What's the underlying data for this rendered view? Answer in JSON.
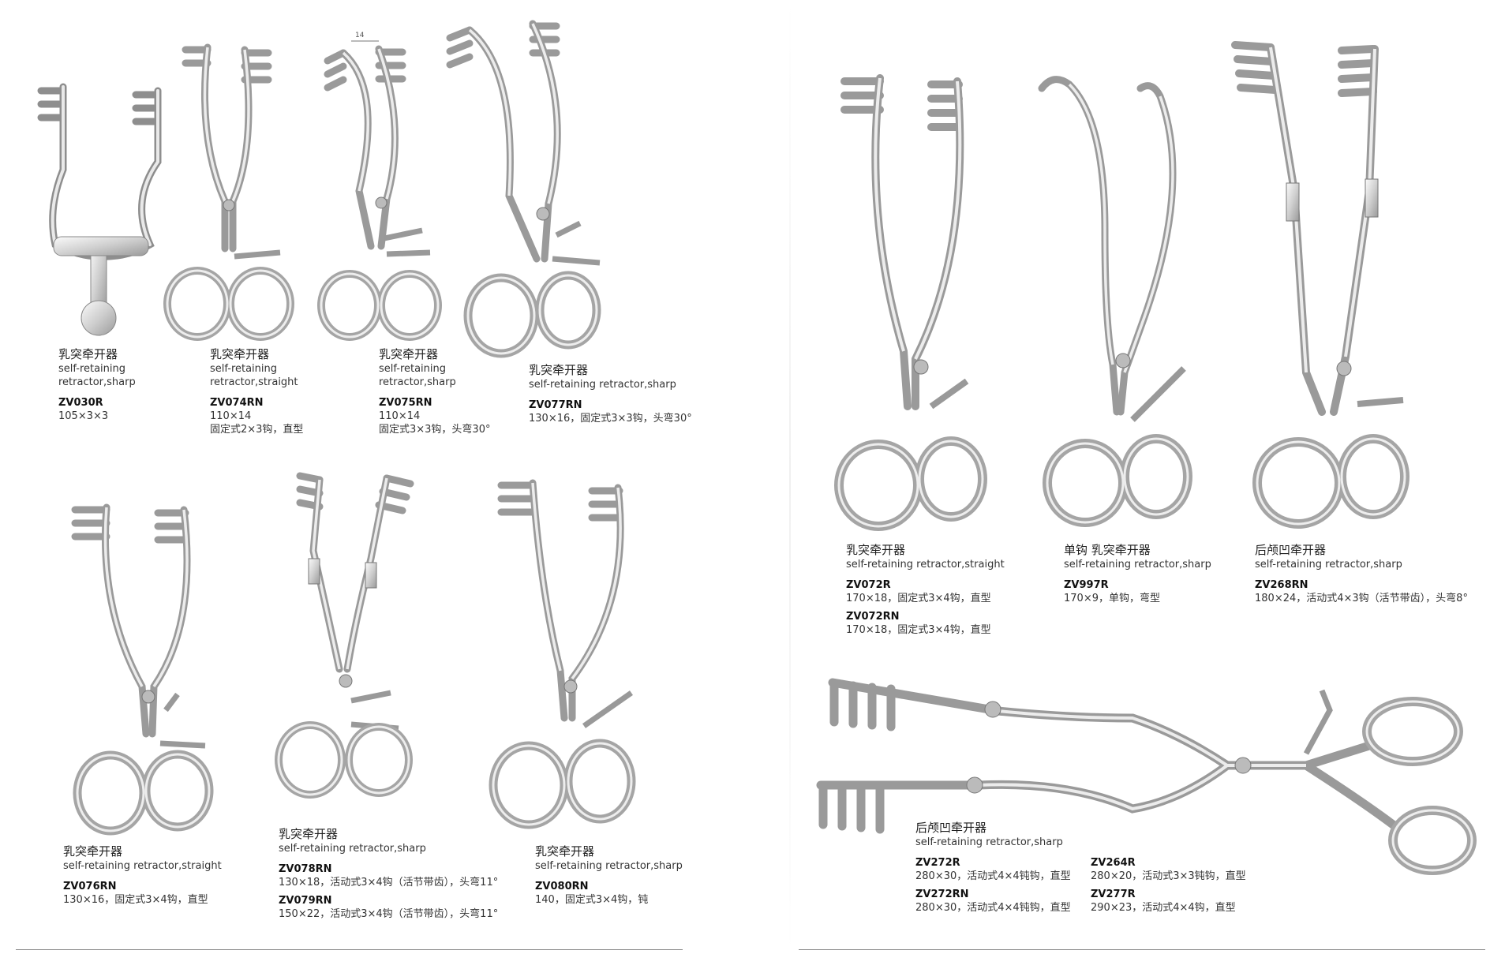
{
  "products": [
    {
      "id": "zv030r",
      "name_zh": "乳突牵开器",
      "name_en": [
        "self-retaining",
        "retractor,sharp"
      ],
      "items": [
        {
          "code": "ZV030R",
          "spec": "105×3×3"
        }
      ]
    },
    {
      "id": "zv074rn",
      "name_zh": "乳突牵开器",
      "name_en": [
        "self-retaining",
        "retractor,straight"
      ],
      "items": [
        {
          "code": "ZV074RN",
          "spec": [
            "110×14",
            "固定式2×3钩，直型"
          ]
        }
      ]
    },
    {
      "id": "zv075rn",
      "name_zh": "乳突牵开器",
      "name_en": [
        "self-retaining",
        "retractor,sharp"
      ],
      "items": [
        {
          "code": "ZV075RN",
          "spec": [
            "110×14",
            "固定式3×3钩，头弯30°"
          ]
        }
      ]
    },
    {
      "id": "zv077rn",
      "name_zh": "乳突牵开器",
      "name_en": [
        "self-retaining retractor,sharp"
      ],
      "items": [
        {
          "code": "ZV077RN",
          "spec": [
            "130×16，固定式3×3钩，头弯30°"
          ]
        }
      ]
    },
    {
      "id": "zv076rn",
      "name_zh": "乳突牵开器",
      "name_en": [
        "self-retaining retractor,straight"
      ],
      "items": [
        {
          "code": "ZV076RN",
          "spec": [
            "130×16，固定式3×4钩，直型"
          ]
        }
      ]
    },
    {
      "id": "zv078rn",
      "name_zh": "乳突牵开器",
      "name_en": [
        "self-retaining retractor,sharp"
      ],
      "items": [
        {
          "code": "ZV078RN",
          "spec": [
            "130×18，活动式3×4钩（活节带齿），头弯11°"
          ]
        },
        {
          "code": "ZV079RN",
          "spec": [
            "150×22，活动式3×4钩（活节带齿），头弯11°"
          ]
        }
      ]
    },
    {
      "id": "zv080rn",
      "name_zh": "乳突牵开器",
      "name_en": [
        "self-retaining retractor,sharp"
      ],
      "items": [
        {
          "code": "ZV080RN",
          "spec": [
            "140，固定式3×4钩，钝"
          ]
        }
      ]
    },
    {
      "id": "zv072r",
      "name_zh": "乳突牵开器",
      "name_en": [
        "self-retaining retractor,straight"
      ],
      "items": [
        {
          "code": "ZV072R",
          "spec": [
            "170×18，固定式3×4钩，直型"
          ]
        },
        {
          "code": "ZV072RN",
          "spec": [
            "170×18，固定式3×4钩，直型"
          ]
        }
      ]
    },
    {
      "id": "zv997r",
      "name_zh": "单钩 乳突牵开器",
      "name_en": [
        "self-retaining retractor,sharp"
      ],
      "items": [
        {
          "code": "ZV997R",
          "spec": [
            "170×9，单钩，弯型"
          ]
        }
      ]
    },
    {
      "id": "zv268rn",
      "name_zh": "后颅凹牵开器",
      "name_en": [
        "self-retaining retractor,sharp"
      ],
      "items": [
        {
          "code": "ZV268RN",
          "spec": [
            "180×24，活动式4×3钩（活节带齿），头弯8°"
          ]
        }
      ]
    },
    {
      "id": "zv272r",
      "name_zh": "后颅凹牵开器",
      "name_en": [
        "self-retaining retractor,sharp"
      ],
      "items": [
        {
          "code": "ZV272R",
          "spec": [
            "280×30，活动式4×4钝钩，直型"
          ]
        },
        {
          "code": "ZV272RN",
          "spec": [
            "280×30，活动式4×4钝钩，直型"
          ]
        }
      ]
    },
    {
      "id": "zv264r",
      "items": [
        {
          "code": "ZV264R",
          "spec": [
            "280×20，活动式3×3钝钩，直型"
          ]
        },
        {
          "code": "ZV277R",
          "spec": [
            "290×23，活动式4×4钩，直型"
          ]
        }
      ]
    }
  ],
  "dimension_label": "14",
  "colors": {
    "steel_light": "#f2f2f2",
    "steel_mid": "#c9c9c9",
    "steel_dark": "#8e8e8e",
    "rule": "#8a8a8a"
  }
}
